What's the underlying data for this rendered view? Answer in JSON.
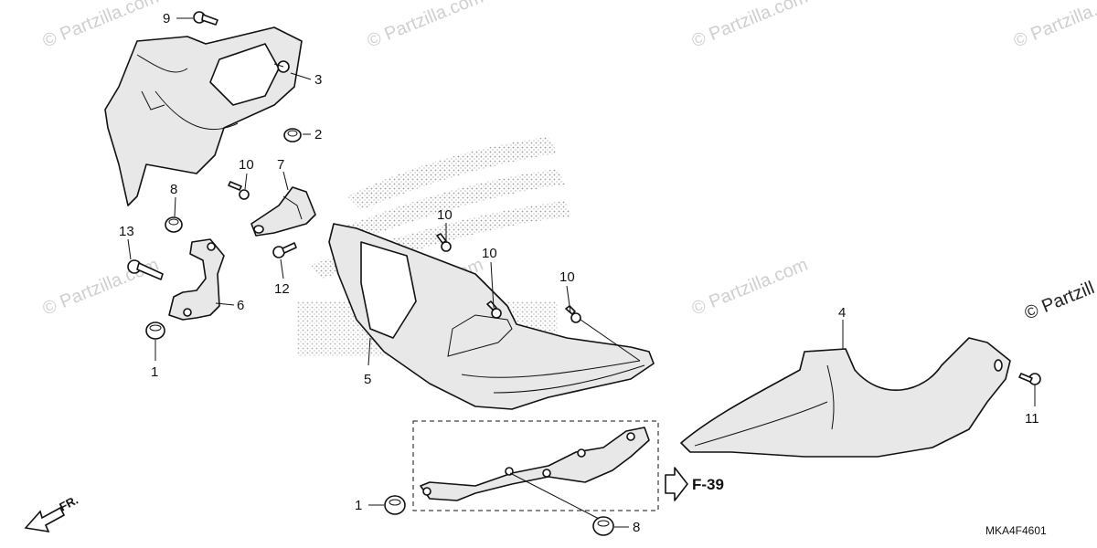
{
  "diagram_code": "MKA4F4601",
  "front_label": "FR.",
  "reference_label": "F-39",
  "watermark_text": "© Partzilla.com",
  "watermark_edge_text": "© Partzill",
  "callouts": [
    "9",
    "3",
    "2",
    "10",
    "7",
    "8",
    "13",
    "6",
    "12",
    "1",
    "10",
    "10",
    "10",
    "5",
    "4",
    "11",
    "1",
    "8"
  ],
  "colors": {
    "line": "#111111",
    "watermark": "#cfcfcf",
    "stipple": "#9a9a9a"
  }
}
